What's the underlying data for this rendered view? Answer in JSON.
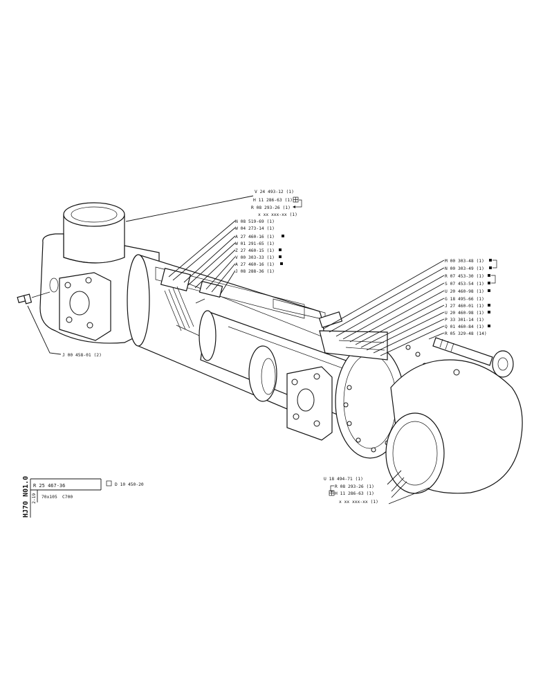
{
  "part_labels": {
    "v24": "V 24 493-12 (1)",
    "h11_top": "H 11 286-63 (1)",
    "r08_top": "R 08 293-26 (1)",
    "x_top": "x xx xxx-xx (1)",
    "n08": "N 08 519-69 (1)",
    "w04": "W 04 273-14 (1)",
    "a27a": "A 27 460-16 (1)",
    "w01": "W 01 291-65 (1)",
    "z27": "Z 27 460-15 (1)",
    "v00": "V 00 303-33 (1)",
    "a27b": "A 27 460-16 (1)",
    "j08": "J 08 288-36 (1)",
    "m00": "M 00 303-48 (1)",
    "n00": "N 00 303-49 (1)",
    "r07": "R 07 453-30 (1)",
    "s07": "S 07 453-54 (1)",
    "u20a": "U 20 460-98 (1)",
    "g18": "G 18 495-66 (1)",
    "j27": "J 27 460-01 (1)",
    "u20b": "U 20 460-98 (1)",
    "p33": "P 33 301-14 (1)",
    "q01": "Q 01 460-84 (1)",
    "r05": "R 05 329-48 (14)",
    "j00": "J 00 458-01 (2)",
    "u18": "U 18 494-71 (1)",
    "r08_bot": "R 08 293-26 (1)",
    "h11_bot": "H 11 286-63 (1)",
    "x_bot": "x xx xxx-xx (1)"
  },
  "title_block": {
    "vertical_code": "HJ70 N01.0",
    "small_vertical": "2-19",
    "part_number": "R 25 467-36",
    "alt_number": "D 10 450-20",
    "size": "70x105",
    "model": "C700"
  },
  "icons": {
    "filled_marker": "filled-square-icon",
    "boxed_marker": "boxed-grid-icon",
    "open_marker": "open-square-icon",
    "arrow": "arrow-left-icon"
  },
  "colors": {
    "ink": "#111111",
    "paper": "#ffffff"
  }
}
